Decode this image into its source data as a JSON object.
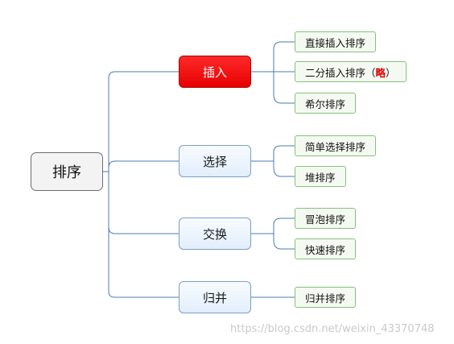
{
  "diagram": {
    "root": {
      "label": "排序"
    },
    "branches": [
      {
        "label": "插入",
        "highlighted": true,
        "children": [
          {
            "label": "直接插入排序"
          },
          {
            "label": "二分插入排序（",
            "note": "略",
            "suffix": "）"
          },
          {
            "label": "希尔排序"
          }
        ]
      },
      {
        "label": "选择",
        "highlighted": false,
        "children": [
          {
            "label": "简单选择排序"
          },
          {
            "label": "堆排序"
          }
        ]
      },
      {
        "label": "交换",
        "highlighted": false,
        "children": [
          {
            "label": "冒泡排序"
          },
          {
            "label": "快速排序"
          }
        ]
      },
      {
        "label": "归并",
        "highlighted": false,
        "children": [
          {
            "label": "归并排序"
          }
        ]
      }
    ]
  },
  "colors": {
    "highlight": "#e60000",
    "branch_border": "#7c9dc7",
    "leaf_border": "#86c17c",
    "connector": "#4a7bb5"
  },
  "watermark": "https://blog.csdn.net/weixin_43370748"
}
